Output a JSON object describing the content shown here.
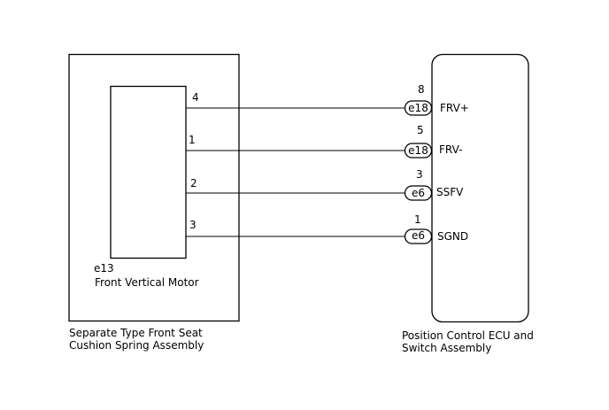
{
  "left_assembly": {
    "label_line1": "Separate Type Front Seat",
    "label_line2": "Cushion Spring Assembly"
  },
  "motor": {
    "connector": "e13",
    "name": "Front Vertical Motor"
  },
  "right_assembly": {
    "label_line1": "Position Control ECU and",
    "label_line2": "Switch Assembly"
  },
  "wires": [
    {
      "motor_pin": "4",
      "ecu_pin": "8",
      "ecu_connector": "e18",
      "signal": "FRV+"
    },
    {
      "motor_pin": "1",
      "ecu_pin": "5",
      "ecu_connector": "e18",
      "signal": "FRV-"
    },
    {
      "motor_pin": "2",
      "ecu_pin": "3",
      "ecu_connector": "e6",
      "signal": "SSFV"
    },
    {
      "motor_pin": "3",
      "ecu_pin": "1",
      "ecu_connector": "e6",
      "signal": "SGND"
    }
  ]
}
